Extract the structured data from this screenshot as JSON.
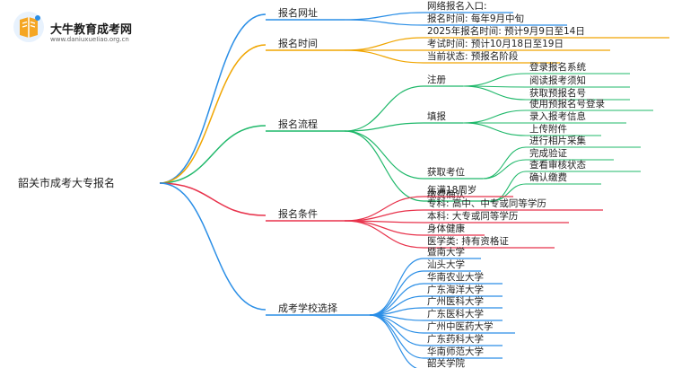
{
  "brand": {
    "name": "大牛教育成考网",
    "url": "www.daniuxueIiao.org.cn",
    "icon": "book-logo-icon"
  },
  "colors": {
    "root_line": "#2a8ee6",
    "branch_1": "#2a8ee6",
    "branch_2": "#f0a500",
    "branch_3": "#1fb86a",
    "branch_4": "#e8324b",
    "branch_5": "#2a8ee6"
  },
  "root": "韶关市成考大专报名",
  "branches": [
    {
      "label": "报名网址",
      "children": [
        {
          "label": "网络报名入口:"
        },
        {
          "label": "报名时间: 每年9月中旬"
        }
      ]
    },
    {
      "label": "报名时间",
      "children": [
        {
          "label": "2025年报名时间: 预计9月9日至14日"
        },
        {
          "label": "考试时间: 预计10月18日至19日"
        },
        {
          "label": "当前状态: 预报名阶段"
        }
      ]
    },
    {
      "label": "报名流程",
      "children": [
        {
          "label": "注册",
          "children": [
            "登录报名系统",
            "阅读报考须知",
            "获取预报名号"
          ]
        },
        {
          "label": "填报",
          "children": [
            "使用预报名号登录",
            "录入报考信息",
            "上传附件"
          ]
        },
        {
          "label": "获取考位",
          "children": [
            "进行相片采集",
            "完成验证"
          ]
        },
        {
          "label": "缴费确认",
          "children": [
            "查看审核状态",
            "确认缴费"
          ]
        }
      ]
    },
    {
      "label": "报名条件",
      "children": [
        {
          "label": "年满18周岁"
        },
        {
          "label": "专科: 高中、中专或同等学历"
        },
        {
          "label": "本科: 大专或同等学历"
        },
        {
          "label": "身体健康"
        },
        {
          "label": "医学类: 持有资格证"
        }
      ]
    },
    {
      "label": "成考学校选择",
      "children": [
        {
          "label": "暨南大学"
        },
        {
          "label": "汕头大学"
        },
        {
          "label": "华南农业大学"
        },
        {
          "label": "广东海洋大学"
        },
        {
          "label": "广州医科大学"
        },
        {
          "label": "广东医科大学"
        },
        {
          "label": "广州中医药大学"
        },
        {
          "label": "广东药科大学"
        },
        {
          "label": "华南师范大学"
        },
        {
          "label": "韶关学院"
        }
      ]
    }
  ]
}
